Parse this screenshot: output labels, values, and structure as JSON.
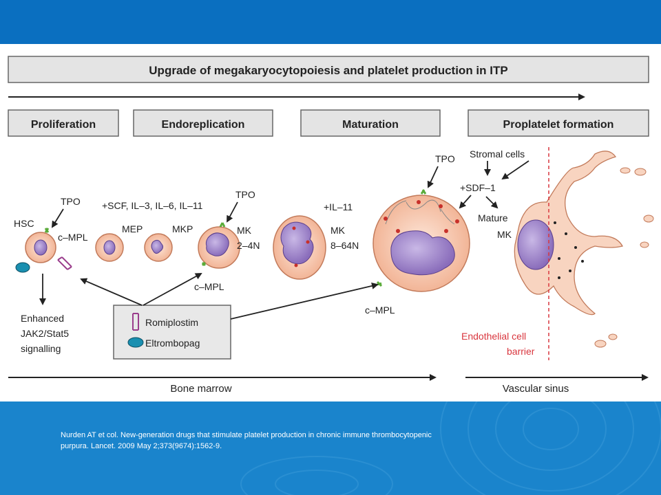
{
  "title": "Upgrade of megakaryocytopoiesis and platelet production in ITP",
  "stages": {
    "proliferation": "Proliferation",
    "endoreplication": "Endoreplication",
    "maturation": "Maturation",
    "proplatelet": "Proplatelet formation"
  },
  "labels": {
    "hsc": "HSC",
    "tpo1": "TPO",
    "cmpl1": "c–MPL",
    "factors1": "+SCF, IL–3, IL–6, IL–11",
    "mep": "MEP",
    "mkp": "MKP",
    "tpo2": "TPO",
    "mk24": "MK",
    "mk24_ploidy": "2–4N",
    "cmpl2": "c–MPL",
    "il11": "+IL–11",
    "mk864": "MK",
    "mk864_ploidy": "8–64N",
    "tpo3": "TPO",
    "cmpl3": "c–MPL",
    "stromal": "Stromal cells",
    "sdf1": "+SDF–1",
    "mature": "Mature",
    "mature_mk": "MK",
    "jak_line1": "Enhanced",
    "jak_line2": "JAK2/Stat5",
    "jak_line3": "signalling",
    "romiplostim": "Romiplostim",
    "eltrombopag": "Eltrombopag",
    "endothelial_line1": "Endothelial cell",
    "endothelial_line2": "barrier",
    "bone_marrow": "Bone marrow",
    "vascular_sinus": "Vascular sinus"
  },
  "colors": {
    "slide_blue": "#0a6fc0",
    "cell_fill": "#f6c7ad",
    "nucleus": "#9c82c8",
    "receptor": "#5aab3a",
    "romiplostim": "#9a3d8c",
    "eltrombopag": "#1a8fb0",
    "barrier_red": "#d9363e"
  },
  "citation": {
    "line1": "Nurden AT et col. New-generation  drugs that stimulate platelet production in chronic immune thrombocytopenic",
    "line2": "purpura. Lancet. 2009 May 2;373(9674):1562-9."
  }
}
